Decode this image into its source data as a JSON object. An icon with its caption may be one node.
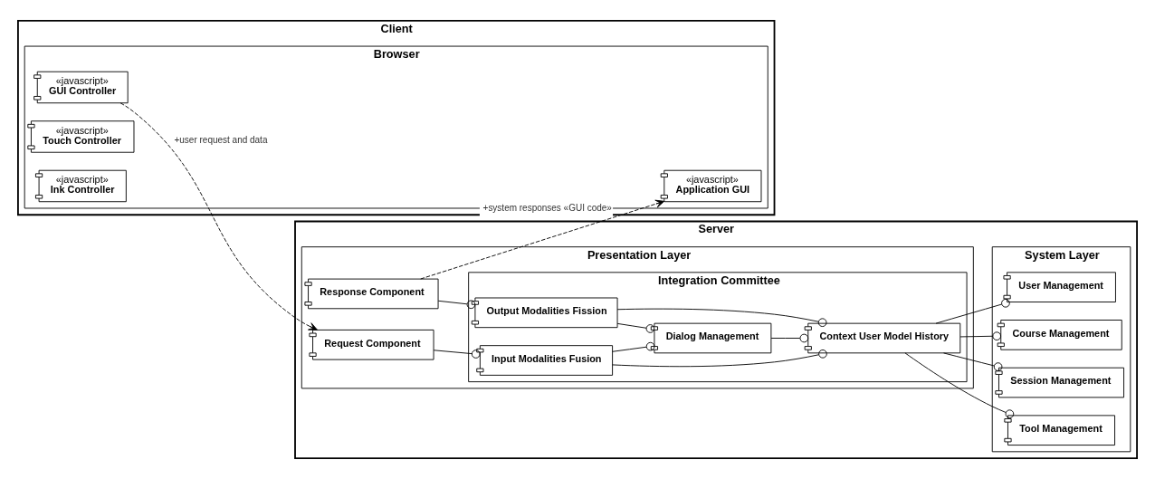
{
  "diagram": {
    "nodes": [
      {
        "text": [
          "Client"
        ]
      },
      {
        "text": [
          "Browser"
        ],
        "in": 0
      },
      {
        "text": [
          "«javascript»",
          "GUI Controller"
        ],
        "in": 1
      },
      {
        "text": [
          "«javascript»",
          "Touch Controller"
        ],
        "in": 1
      },
      {
        "text": [
          "«javascript»",
          "Ink Controller"
        ],
        "in": 1
      },
      {
        "text": [
          "«javascript»",
          "Application GUI"
        ],
        "in": 1
      },
      {
        "text": [
          "Server"
        ]
      },
      {
        "text": [
          "Presentation Layer"
        ],
        "in": 6
      },
      {
        "text": [
          "Request Component"
        ],
        "in": 7
      },
      {
        "text": [
          "Response Component"
        ],
        "in": 7
      },
      {
        "text": [
          "Integration Committee"
        ],
        "in": 7
      },
      {
        "text": [
          "Input Modalities Fusion"
        ],
        "in": 10
      },
      {
        "text": [
          "Dialog Management"
        ],
        "in": 10
      },
      {
        "text": [
          "Output Modalities Fission"
        ],
        "in": 10
      },
      {
        "text": [
          "Context User Model History"
        ],
        "in": 10
      },
      {
        "text": [
          "System Layer"
        ],
        "in": 6
      },
      {
        "text": [
          "Tool Management"
        ],
        "in": 15
      },
      {
        "text": [
          "Session Management"
        ],
        "in": 15
      },
      {
        "text": [
          "Course Management"
        ],
        "in": 15
      },
      {
        "text": [
          "User Management"
        ],
        "in": 15
      }
    ],
    "edges": [
      {
        "from": 2,
        "to": 8,
        "arrow": "to",
        "style": "dashed",
        "label": "+user request and data"
      },
      {
        "from": 9,
        "to": 5,
        "arrow": "to",
        "style": "dashed",
        "label": "+system responses «GUI code»"
      },
      {
        "from": 8,
        "to": 11,
        "arrow": "other"
      },
      {
        "from": 11,
        "to": 12,
        "arrow": "other"
      },
      {
        "from": 11,
        "to": 14,
        "arrow": "other"
      },
      {
        "from": 13,
        "to": 12,
        "arrow": "other"
      },
      {
        "from": 9,
        "to": 13,
        "arrow": "other"
      },
      {
        "from": 13,
        "to": 14,
        "arrow": "other"
      },
      {
        "from": 12,
        "to": 14,
        "arrow": "other"
      },
      {
        "from": 14,
        "to": 16,
        "arrow": "other"
      },
      {
        "from": 14,
        "to": 17,
        "arrow": "other"
      },
      {
        "from": 14,
        "to": 18,
        "arrow": "other"
      },
      {
        "from": 14,
        "to": 19,
        "arrow": "other"
      }
    ]
  }
}
